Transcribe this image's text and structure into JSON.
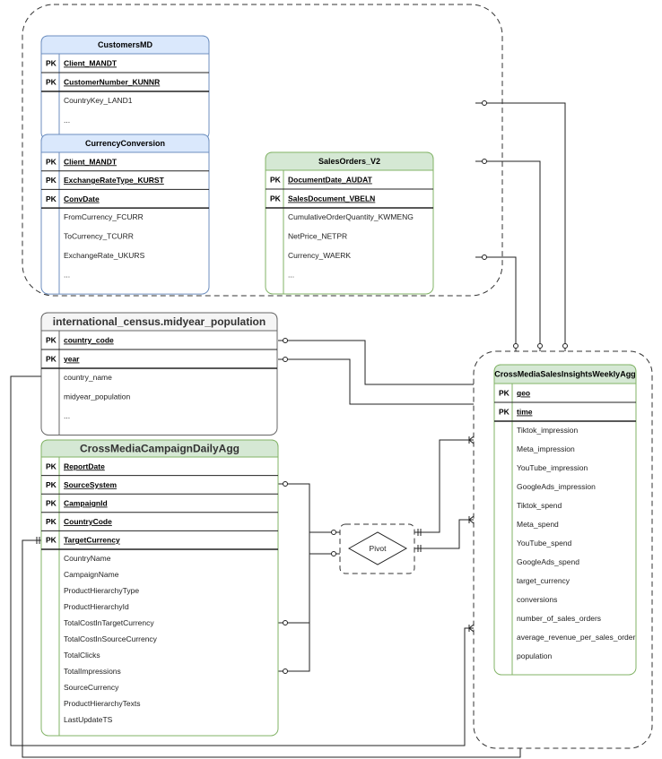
{
  "colors": {
    "blue_header": "#dae8fc",
    "blue_border": "#6c8ebf",
    "green_header": "#d5e8d4",
    "green_border": "#82b366",
    "gray_header": "#f5f5f5",
    "gray_border": "#666666"
  },
  "pk_label": "PK",
  "customers": {
    "title": "CustomersMD",
    "keys": [
      "Client_MANDT",
      "CustomerNumber_KUNNR"
    ],
    "attrs": [
      "CountryKey_LAND1",
      "..."
    ]
  },
  "currency": {
    "title": "CurrencyConversion",
    "keys": [
      "Client_MANDT",
      "ExchangeRateType_KURST",
      "ConvDate"
    ],
    "attrs": [
      "FromCurrency_FCURR",
      "ToCurrency_TCURR",
      "ExchangeRate_UKURS",
      "..."
    ]
  },
  "sales": {
    "title": "SalesOrders_V2",
    "keys": [
      "DocumentDate_AUDAT",
      "SalesDocument_VBELN"
    ],
    "attrs": [
      "CumulativeOrderQuantity_KWMENG",
      "NetPrice_NETPR",
      "Currency_WAERK",
      "..."
    ]
  },
  "census": {
    "title": "international_census.midyear_population",
    "keys": [
      "country_code",
      "year"
    ],
    "attrs": [
      "country_name",
      "midyear_population",
      "..."
    ]
  },
  "campaign": {
    "title": "CrossMediaCampaignDailyAgg",
    "keys": [
      "ReportDate",
      "SourceSystem",
      "CampaignId",
      "CountryCode",
      "TargetCurrency"
    ],
    "attrs": [
      "CountryName",
      "CampaignName",
      "ProductHierarchyType",
      "ProductHierarchyId",
      "TotalCostInTargetCurrency",
      "TotalCostInSourceCurrency",
      "TotalClicks",
      "TotalImpressions",
      "SourceCurrency",
      "ProductHierarchyTexts",
      "LastUpdateTS"
    ]
  },
  "insights": {
    "title": "CrossMediaSalesInsightsWeeklyAgg",
    "keys": [
      "geo",
      "time"
    ],
    "attrs": [
      "Tiktok_impression",
      "Meta_impression",
      "YouTube_impression",
      "GoogleAds_impression",
      "Tiktok_spend",
      "Meta_spend",
      "YouTube_spend",
      "GoogleAds_spend",
      "target_currency",
      "conversions",
      "number_of_sales_orders",
      "average_revenue_per_sales_order",
      "population"
    ]
  },
  "pivot": {
    "label": "Pivot"
  }
}
